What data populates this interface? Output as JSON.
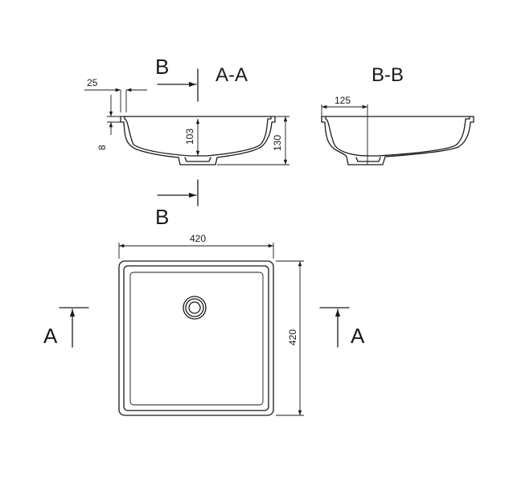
{
  "sections": {
    "aa_title": "A-A",
    "bb_title": "B-B"
  },
  "markers": {
    "b": "B",
    "a": "A"
  },
  "dimensions": {
    "aa_rim_width": "25",
    "aa_rim_height": "8",
    "aa_inner_depth": "103",
    "aa_total_height": "130",
    "bb_drain_offset": "125",
    "plan_width": "420",
    "plan_depth": "420"
  }
}
